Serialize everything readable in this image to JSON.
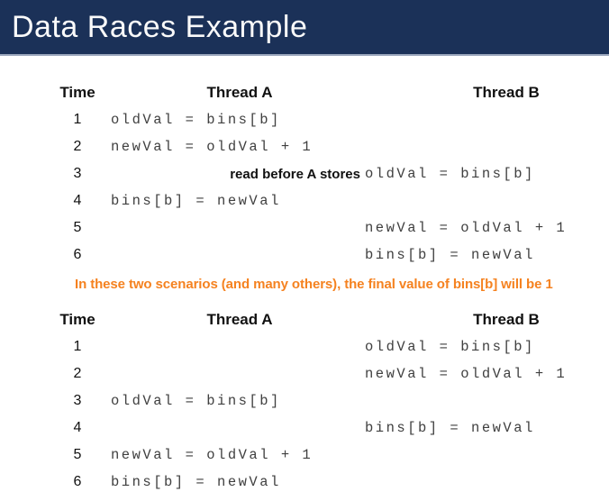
{
  "header": {
    "title": "Data Races Example"
  },
  "colors": {
    "header_bg": "#1B3158",
    "header_border": "#9AA6BC",
    "title_text": "#FAFAFA",
    "caption_orange": "#F58220",
    "code_text": "#404040",
    "body_text": "#111111"
  },
  "table1": {
    "columns": [
      "Time",
      "Thread A",
      "Thread B"
    ],
    "rows": [
      {
        "time": "1",
        "a": "oldVal = bins[b]",
        "note": "",
        "b": ""
      },
      {
        "time": "2",
        "a": "newVal = oldVal + 1",
        "note": "",
        "b": ""
      },
      {
        "time": "3",
        "a": "",
        "note": "read before A stores",
        "b": "oldVal = bins[b]"
      },
      {
        "time": "4",
        "a": "bins[b] = newVal",
        "note": "",
        "b": ""
      },
      {
        "time": "5",
        "a": "",
        "note": "",
        "b": "newVal = oldVal + 1"
      },
      {
        "time": "6",
        "a": "",
        "note": "",
        "b": "bins[b] = newVal"
      }
    ]
  },
  "caption": "In these two scenarios (and many others), the final value of bins[b] will be 1",
  "table2": {
    "columns": [
      "Time",
      "Thread A",
      "Thread B"
    ],
    "rows": [
      {
        "time": "1",
        "a": "",
        "note": "",
        "b": "oldVal = bins[b]"
      },
      {
        "time": "2",
        "a": "",
        "note": "",
        "b": "newVal = oldVal + 1"
      },
      {
        "time": "3",
        "a": "oldVal = bins[b]",
        "note": "",
        "b": ""
      },
      {
        "time": "4",
        "a": "",
        "note": "",
        "b": "bins[b] = newVal"
      },
      {
        "time": "5",
        "a": "newVal = oldVal + 1",
        "note": "",
        "b": ""
      },
      {
        "time": "6",
        "a": "bins[b] = newVal",
        "note": "",
        "b": ""
      }
    ]
  }
}
